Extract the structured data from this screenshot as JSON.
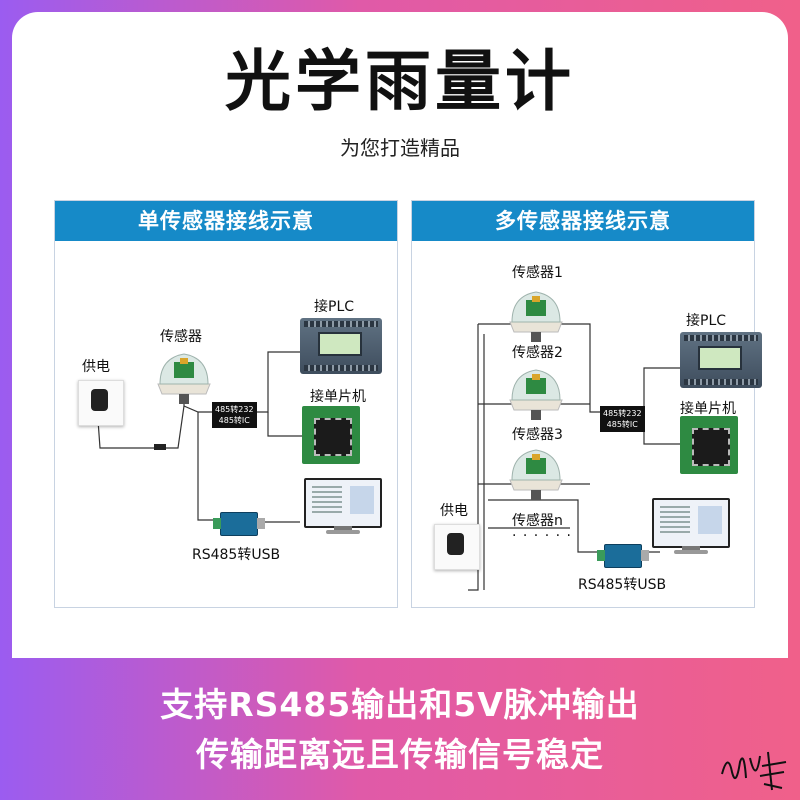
{
  "header": {
    "title": "光学雨量计",
    "subtitle": "为您打造精品"
  },
  "single_panel": {
    "heading": "单传感器接线示意",
    "sensor_label": "传感器",
    "power_label": "供电",
    "plc_label": "接PLC",
    "mcu_label": "接单片机",
    "converter_lines": [
      "485转232",
      "485转IC"
    ],
    "usb_label": "RS485转USB"
  },
  "multi_panel": {
    "heading": "多传感器接线示意",
    "sensor_labels": [
      "传感器1",
      "传感器2",
      "传感器3",
      "传感器n"
    ],
    "ellipsis": "· · · · · ·",
    "power_label": "供电",
    "plc_label": "接PLC",
    "mcu_label": "接单片机",
    "converter_lines": [
      "485转232",
      "485转IC"
    ],
    "usb_label": "RS485转USB"
  },
  "banner": {
    "line1": "支持RS485输出和5V脉冲输出",
    "line2": "传输距离远且传输信号稳定"
  },
  "colors": {
    "panel_header": "#168ac8",
    "gradient_left": "#9b5cf0",
    "gradient_right": "#f0608a"
  }
}
